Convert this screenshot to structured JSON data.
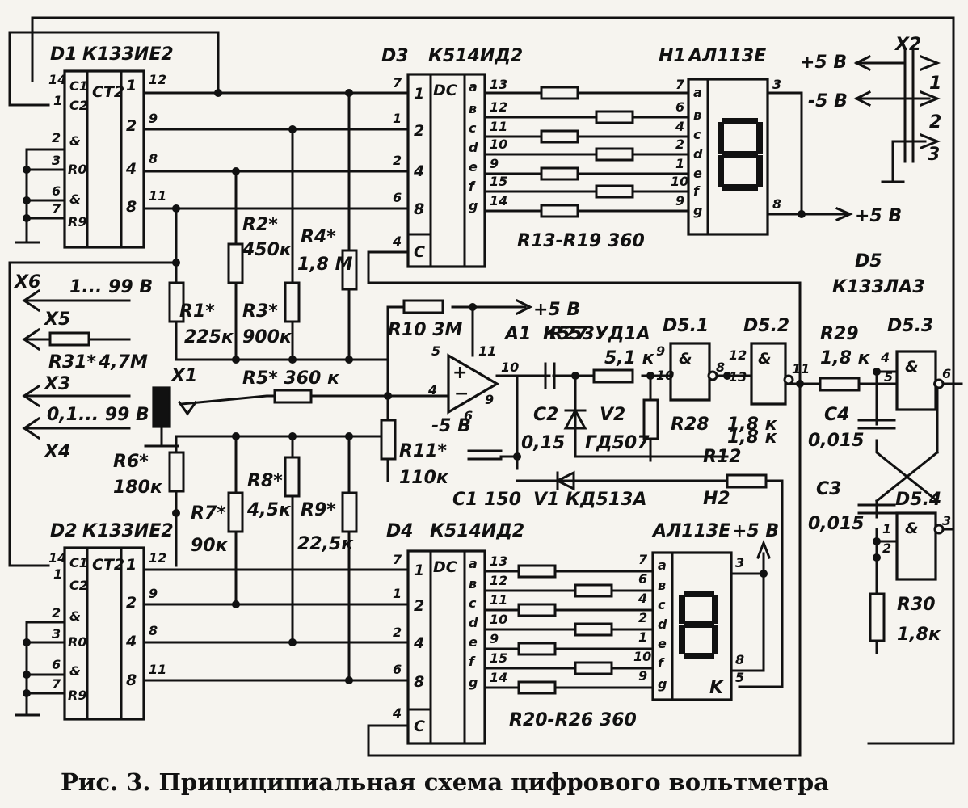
{
  "caption": "Рис. 3. Прициципиальная схема цифрового вольтметра",
  "chips": {
    "d1": {
      "name": "D1",
      "type": "К133ИЕ2",
      "fn": "СТ2",
      "pins_left": [
        "С1",
        "С2",
        "&",
        "R0",
        "&",
        "R9"
      ],
      "pins_right": [
        "1",
        "2",
        "4",
        "8"
      ],
      "pin_nums_left": [
        "14",
        "1",
        "2",
        "3",
        "6",
        "7"
      ],
      "pin_nums_right": [
        "12",
        "9",
        "8",
        "11"
      ]
    },
    "d2": {
      "name": "D2",
      "type": "К133ИЕ2",
      "fn": "СТ2",
      "pins_left": [
        "С1",
        "С2",
        "&",
        "R0",
        "&",
        "R9"
      ],
      "pins_right": [
        "1",
        "2",
        "4",
        "8"
      ],
      "pin_nums_left": [
        "14",
        "1",
        "2",
        "3",
        "6",
        "7"
      ],
      "pin_nums_right": [
        "12",
        "9",
        "8",
        "11"
      ]
    },
    "d3": {
      "name": "D3",
      "type": "К514ИД2",
      "fn": "DC",
      "pins_left": [
        "1",
        "2",
        "4",
        "8",
        "C"
      ],
      "pins_right": [
        "a",
        "в",
        "c",
        "d",
        "e",
        "f",
        "g"
      ],
      "pin_nums_left": [
        "7",
        "1",
        "2",
        "6",
        "4"
      ],
      "pin_nums_right": [
        "13",
        "12",
        "11",
        "10",
        "9",
        "15",
        "14"
      ]
    },
    "d4": {
      "name": "D4",
      "type": "К514ИД2",
      "fn": "DC",
      "pins_left": [
        "1",
        "2",
        "4",
        "8",
        "C"
      ],
      "pins_right": [
        "a",
        "в",
        "c",
        "d",
        "e",
        "f",
        "g"
      ],
      "pin_nums_left": [
        "7",
        "1",
        "2",
        "6",
        "4"
      ],
      "pin_nums_right": [
        "13",
        "12",
        "11",
        "10",
        "9",
        "15",
        "14"
      ]
    },
    "h1": {
      "name": "H1",
      "type": "АЛ113Е",
      "segs": [
        "a",
        "в",
        "c",
        "d",
        "e",
        "f",
        "g"
      ],
      "seg_nums": [
        "7",
        "6",
        "4",
        "2",
        "1",
        "10",
        "9"
      ],
      "out_nums": [
        "3",
        "8"
      ]
    },
    "h2": {
      "name": "H2",
      "type": "АЛ113Е",
      "segs": [
        "a",
        "в",
        "c",
        "d",
        "e",
        "f",
        "g"
      ],
      "seg_nums": [
        "7",
        "6",
        "4",
        "2",
        "1",
        "10",
        "9"
      ],
      "out_nums": [
        "3",
        "8",
        "5"
      ],
      "k": "K"
    },
    "d5": {
      "name": "D5",
      "type": "К133ЛА3"
    },
    "a1": {
      "name": "A1",
      "type": "К553УД1А",
      "pins": [
        "5",
        "11",
        "4",
        "6",
        "9",
        "10"
      ],
      "plus": "+",
      "minus": "−"
    }
  },
  "gates": {
    "d51": "D5.1",
    "d52": "D5.2",
    "d53": "D5.3",
    "d54": "D5.4",
    "amp": "&",
    "d51_pins": [
      "9",
      "10",
      "8"
    ],
    "d52_pins": [
      "12",
      "13",
      "11"
    ],
    "d53_pins": [
      "4",
      "5",
      "6"
    ],
    "d54_pins": [
      "1",
      "2",
      "3"
    ]
  },
  "resistors": {
    "r1": "R1*",
    "r1v": "225к",
    "r2": "R2*",
    "r2v": "450к",
    "r3": "R3*",
    "r3v": "900к",
    "r4": "R4*",
    "r4v": "1,8 М",
    "r5": "R5* 360 к",
    "r6": "R6*",
    "r6v": "180к",
    "r7": "R7*",
    "r7v": "90к",
    "r8": "R8*",
    "r8v": "4,5к",
    "r9": "R9*",
    "r9v": "22,5к",
    "r10": "R10 3М",
    "r11": "R11*",
    "r11v": "110к",
    "r12": "R12",
    "r12v": "1,8 к",
    "r27": "R27",
    "r27v": "5,1 к",
    "r28": "R28",
    "r28v": "1,8 к",
    "r29": "R29",
    "r29v": "1,8 к",
    "r30": "R30",
    "r30v": "1,8к",
    "r31": "R31*",
    "r31v": "4,7М",
    "r13_19": "R13-R19  360",
    "r20_26": "R20-R26  360"
  },
  "caps": {
    "c1": "С1 150",
    "c2": "С2",
    "c2v": "0,15",
    "c3": "С3",
    "c3v": "0,015",
    "c4": "С4",
    "c4v": "0,015"
  },
  "diodes": {
    "v1": "V1  КД513А",
    "v2": "V2",
    "v2t": "ГД507"
  },
  "connectors": {
    "x1": "X1",
    "x2": "X2",
    "x3": "X3",
    "x4": "X4",
    "x5": "X5",
    "x6": "X6",
    "x6v": "1... 99 В",
    "x3v": "0,1... 99 В",
    "x2pins": [
      "1",
      "2",
      "3"
    ]
  },
  "power": {
    "p5": "+5 В",
    "m5": "-5 В",
    "p5b": "+5 В",
    "p5amp": "+5 В",
    "m5amp": "-5 В",
    "p5h2": "+5 В"
  }
}
